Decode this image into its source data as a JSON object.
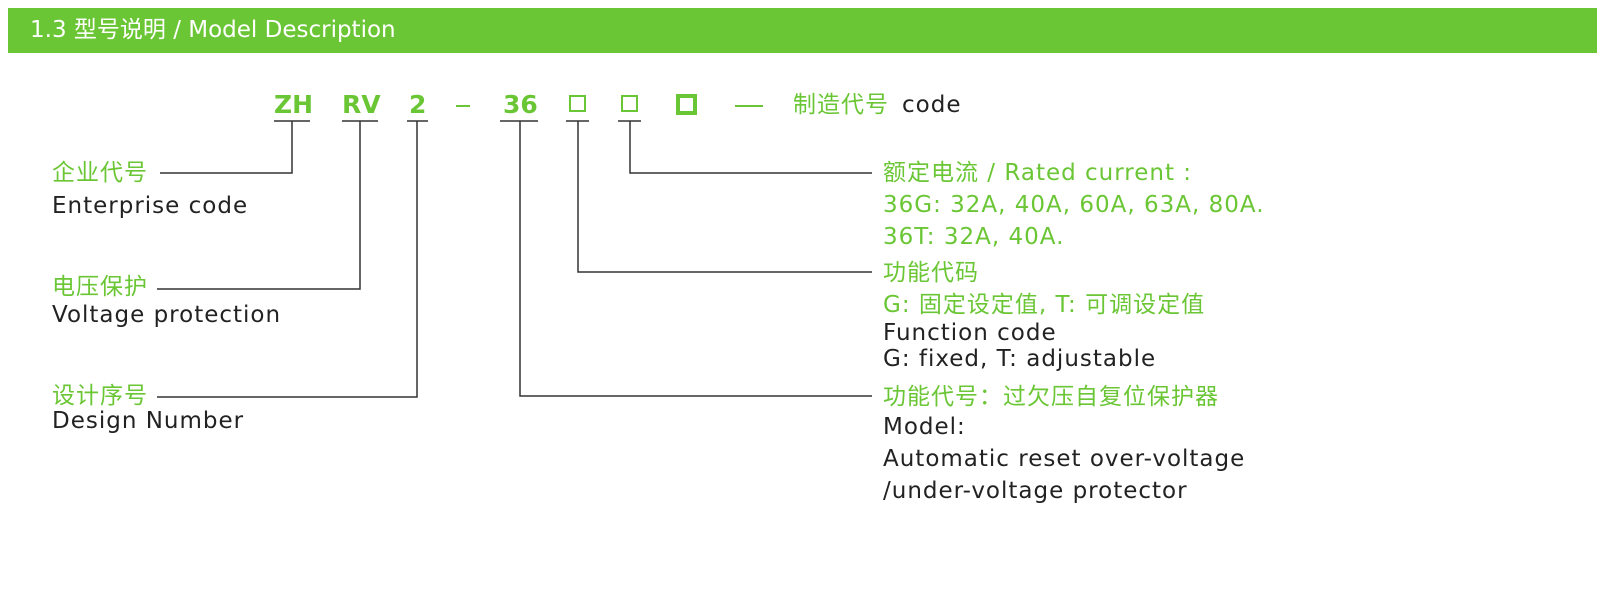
{
  "header": {
    "title": "1.3 型号说明 / Model Description"
  },
  "model_code": {
    "segments": [
      "ZH",
      "RV",
      "2",
      "36"
    ],
    "separator": "-",
    "manufacturer_code_label": "制造代号",
    "manufacturer_code_en": "code"
  },
  "left_labels": [
    {
      "cn": "企业代号",
      "en": "Enterprise code"
    },
    {
      "cn": "电压保护",
      "en": "Voltage protection"
    },
    {
      "cn": "设计序号",
      "en": "Design Number"
    }
  ],
  "right_labels": {
    "rated_current": {
      "title": "额定电流 / Rated current :",
      "line1": "36G: 32A, 40A, 60A, 63A, 80A.",
      "line2": "36T: 32A, 40A."
    },
    "function_code": {
      "cn_title": "功能代码",
      "cn_desc": "G: 固定设定值, T: 可调设定值",
      "en_title": "Function code",
      "en_desc": "G: fixed, T: adjustable"
    },
    "model": {
      "cn": "功能代号：过欠压自复位保护器",
      "en_title": "Model:",
      "en_line1": "Automatic reset over-voltage",
      "en_line2": "/under-voltage protector"
    }
  },
  "colors": {
    "accent": "#6ac634",
    "text": "#222222",
    "line": "#333333"
  }
}
